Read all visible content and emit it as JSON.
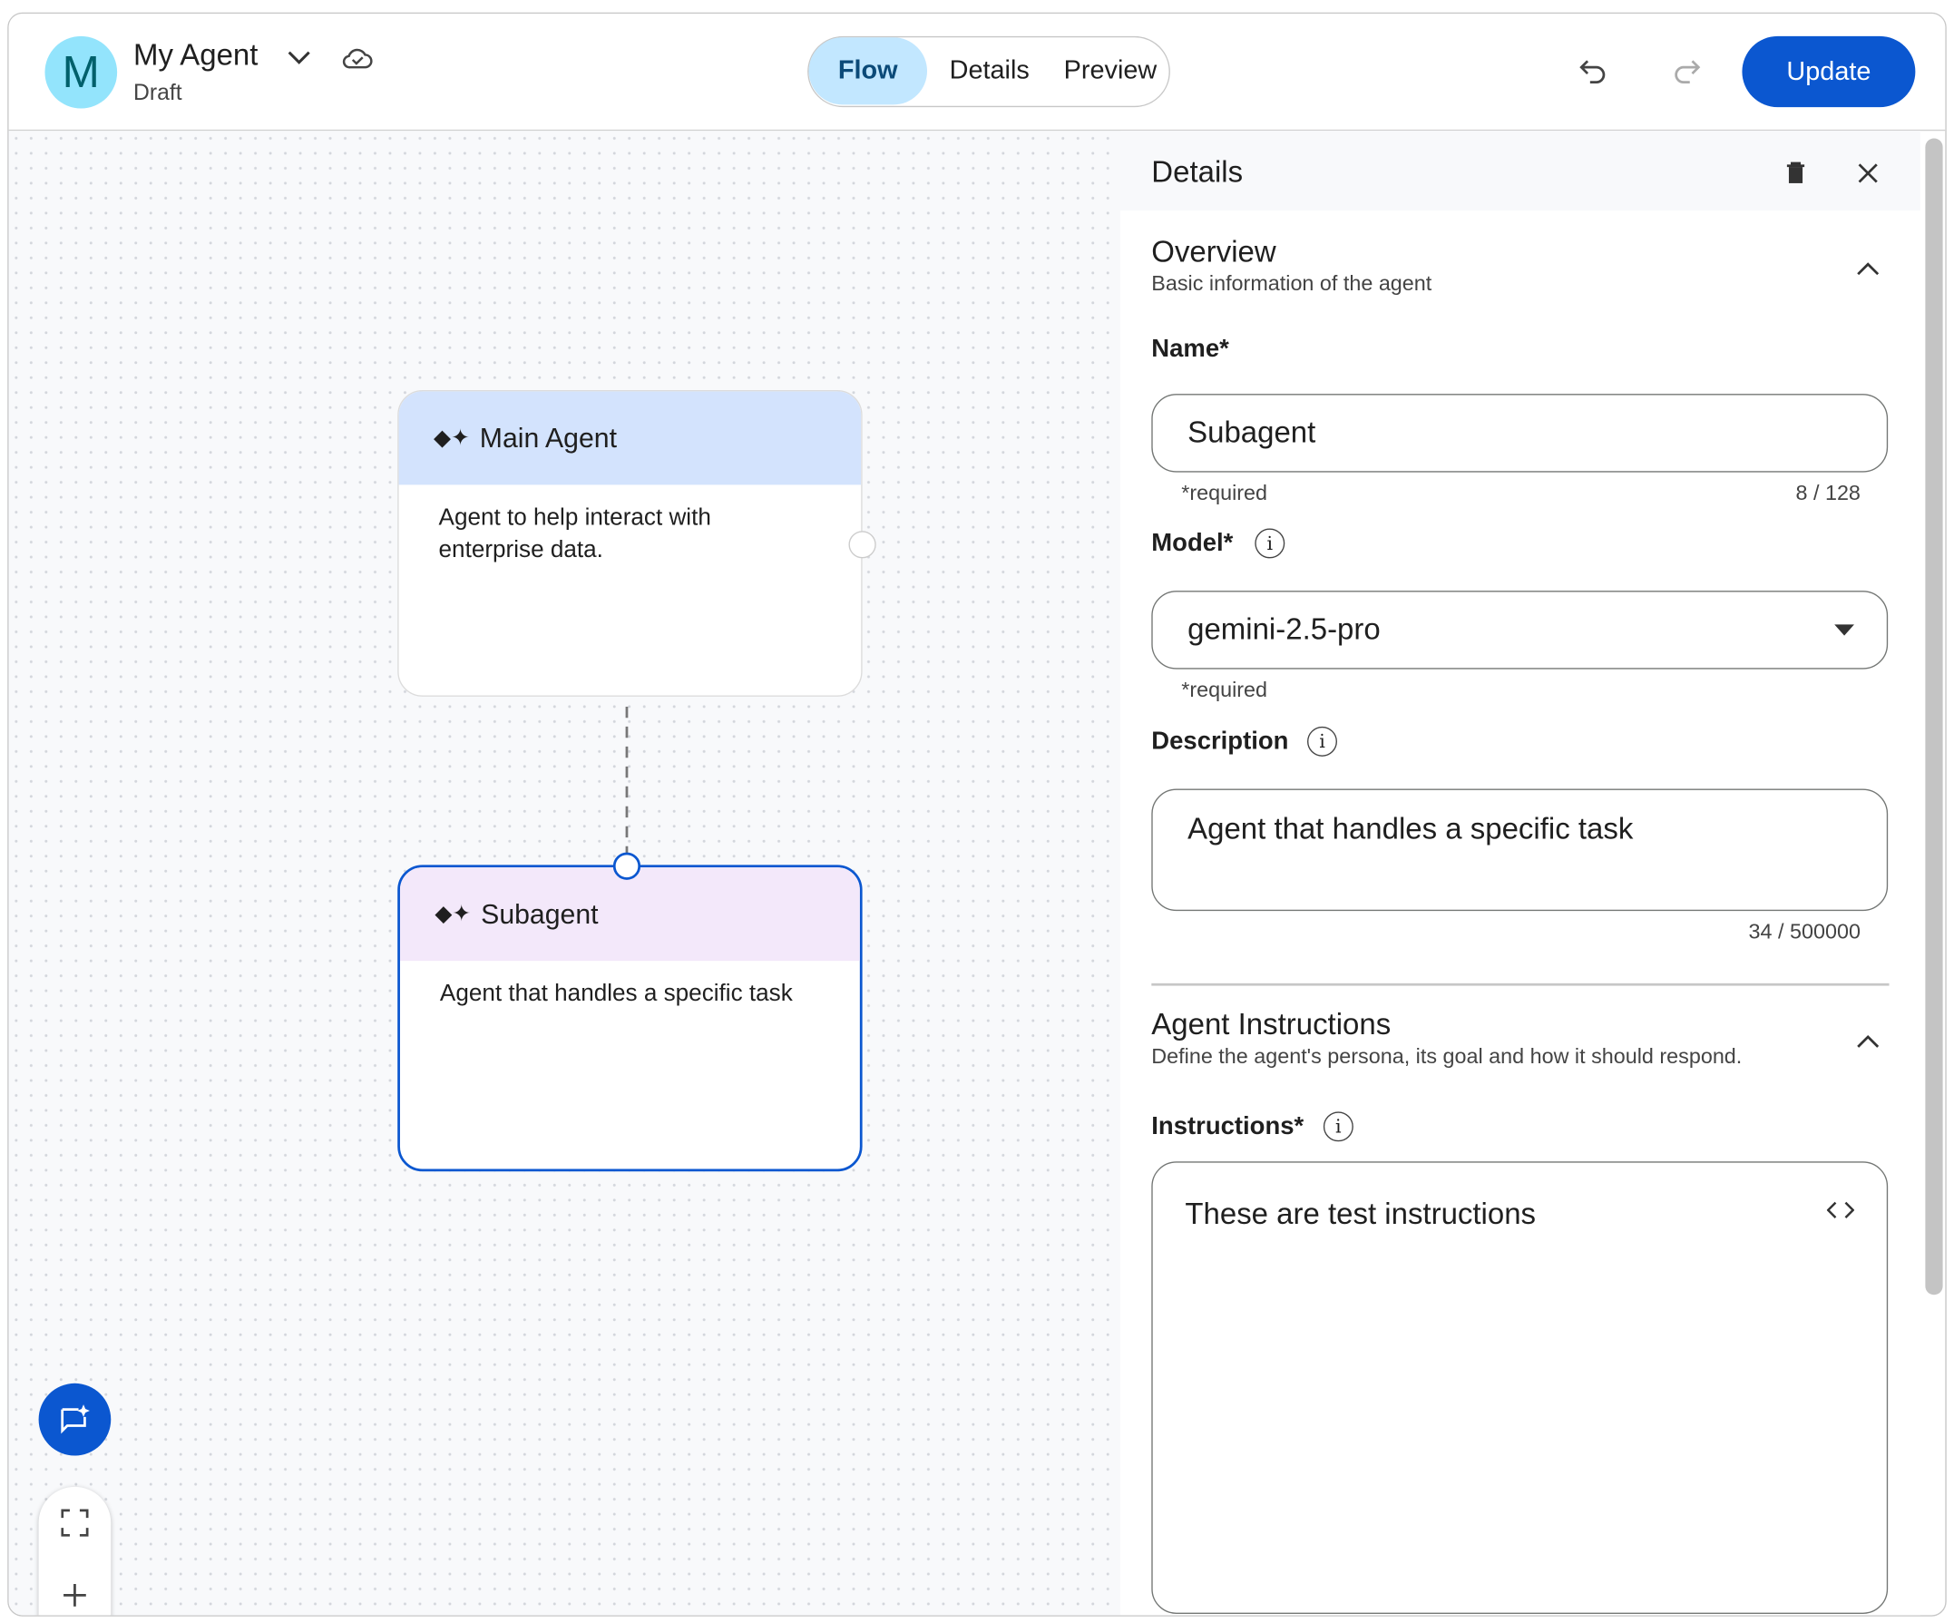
{
  "header": {
    "avatar_letter": "M",
    "app_title": "My Agent",
    "status": "Draft",
    "tabs": [
      {
        "label": "Flow",
        "active": true
      },
      {
        "label": "Details",
        "active": false
      },
      {
        "label": "Preview",
        "active": false
      }
    ],
    "update_label": "Update"
  },
  "canvas": {
    "nodes": [
      {
        "title": "Main Agent",
        "description": "Agent to help interact with enterprise data.",
        "header_color": "#d3e3fd"
      },
      {
        "title": "Subagent",
        "description": "Agent that handles a specific task",
        "header_color": "#f3e8fa",
        "selected": true
      }
    ]
  },
  "panel": {
    "title": "Details",
    "overview": {
      "title": "Overview",
      "subtitle": "Basic information of the agent",
      "name_label": "Name*",
      "name_value": "Subagent",
      "name_hint": "*required",
      "name_count": "8 / 128",
      "model_label": "Model*",
      "model_value": "gemini-2.5-pro",
      "model_hint": "*required",
      "description_label": "Description",
      "description_value": "Agent that handles a specific task",
      "description_count": "34 / 500000"
    },
    "instructions": {
      "title": "Agent Instructions",
      "subtitle": "Define the agent's persona, its goal and how it should respond.",
      "label": "Instructions*",
      "value": "These are test instructions"
    }
  },
  "colors": {
    "accent": "#0b57d0",
    "active_tab": "#c2e7ff",
    "avatar": "#93e4fc"
  }
}
